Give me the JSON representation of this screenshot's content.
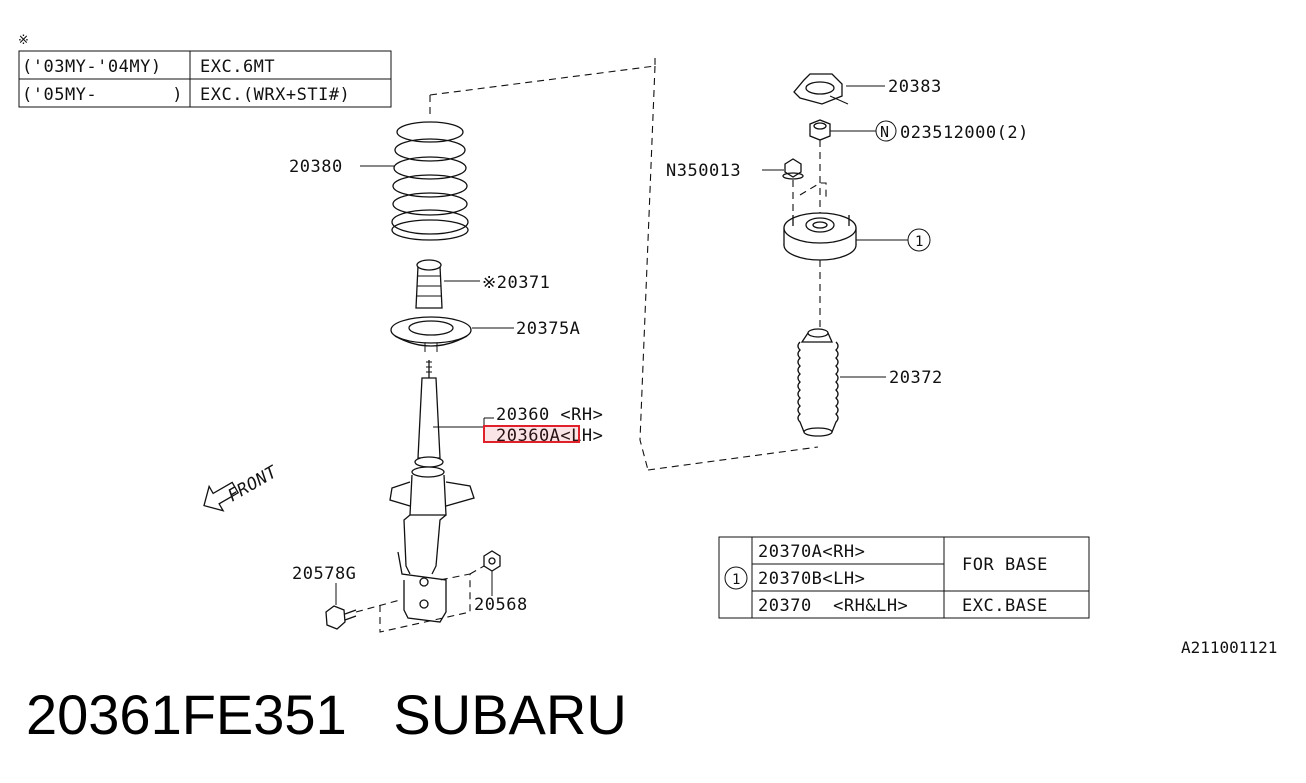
{
  "asterisk_mark": "※",
  "applicability_table": {
    "rows": [
      [
        "('03MY-'04MY)",
        "EXC.6MT"
      ],
      [
        "('05MY-       )",
        "EXC.(WRX+STI#)"
      ]
    ]
  },
  "parts": {
    "spring": "20380",
    "bump_stop": "※20371",
    "spring_seat": "20375A",
    "strut_rh": "20360 <RH>",
    "strut_lh": "20360A<LH>",
    "bolt": "20578G",
    "nut": "20568",
    "mount_cap": "20383",
    "mount_nut": "023512000(2)",
    "mount_nut_marker": "N",
    "flange_nut": "N350013",
    "mount_ref": "1",
    "dust_boot": "20372",
    "front_label": "FRONT"
  },
  "legend_table": {
    "ref": "1",
    "rows": [
      {
        "part": "20370A<RH>",
        "note": "FOR BASE"
      },
      {
        "part": "20370B<LH>",
        "note": ""
      },
      {
        "part": "20370  <RH&LH>",
        "note": "EXC.BASE"
      }
    ]
  },
  "diagram_id": "A211001121",
  "highlight_color": "#e0212b",
  "footer": {
    "part_number": "20361FE351",
    "brand": "SUBARU"
  }
}
